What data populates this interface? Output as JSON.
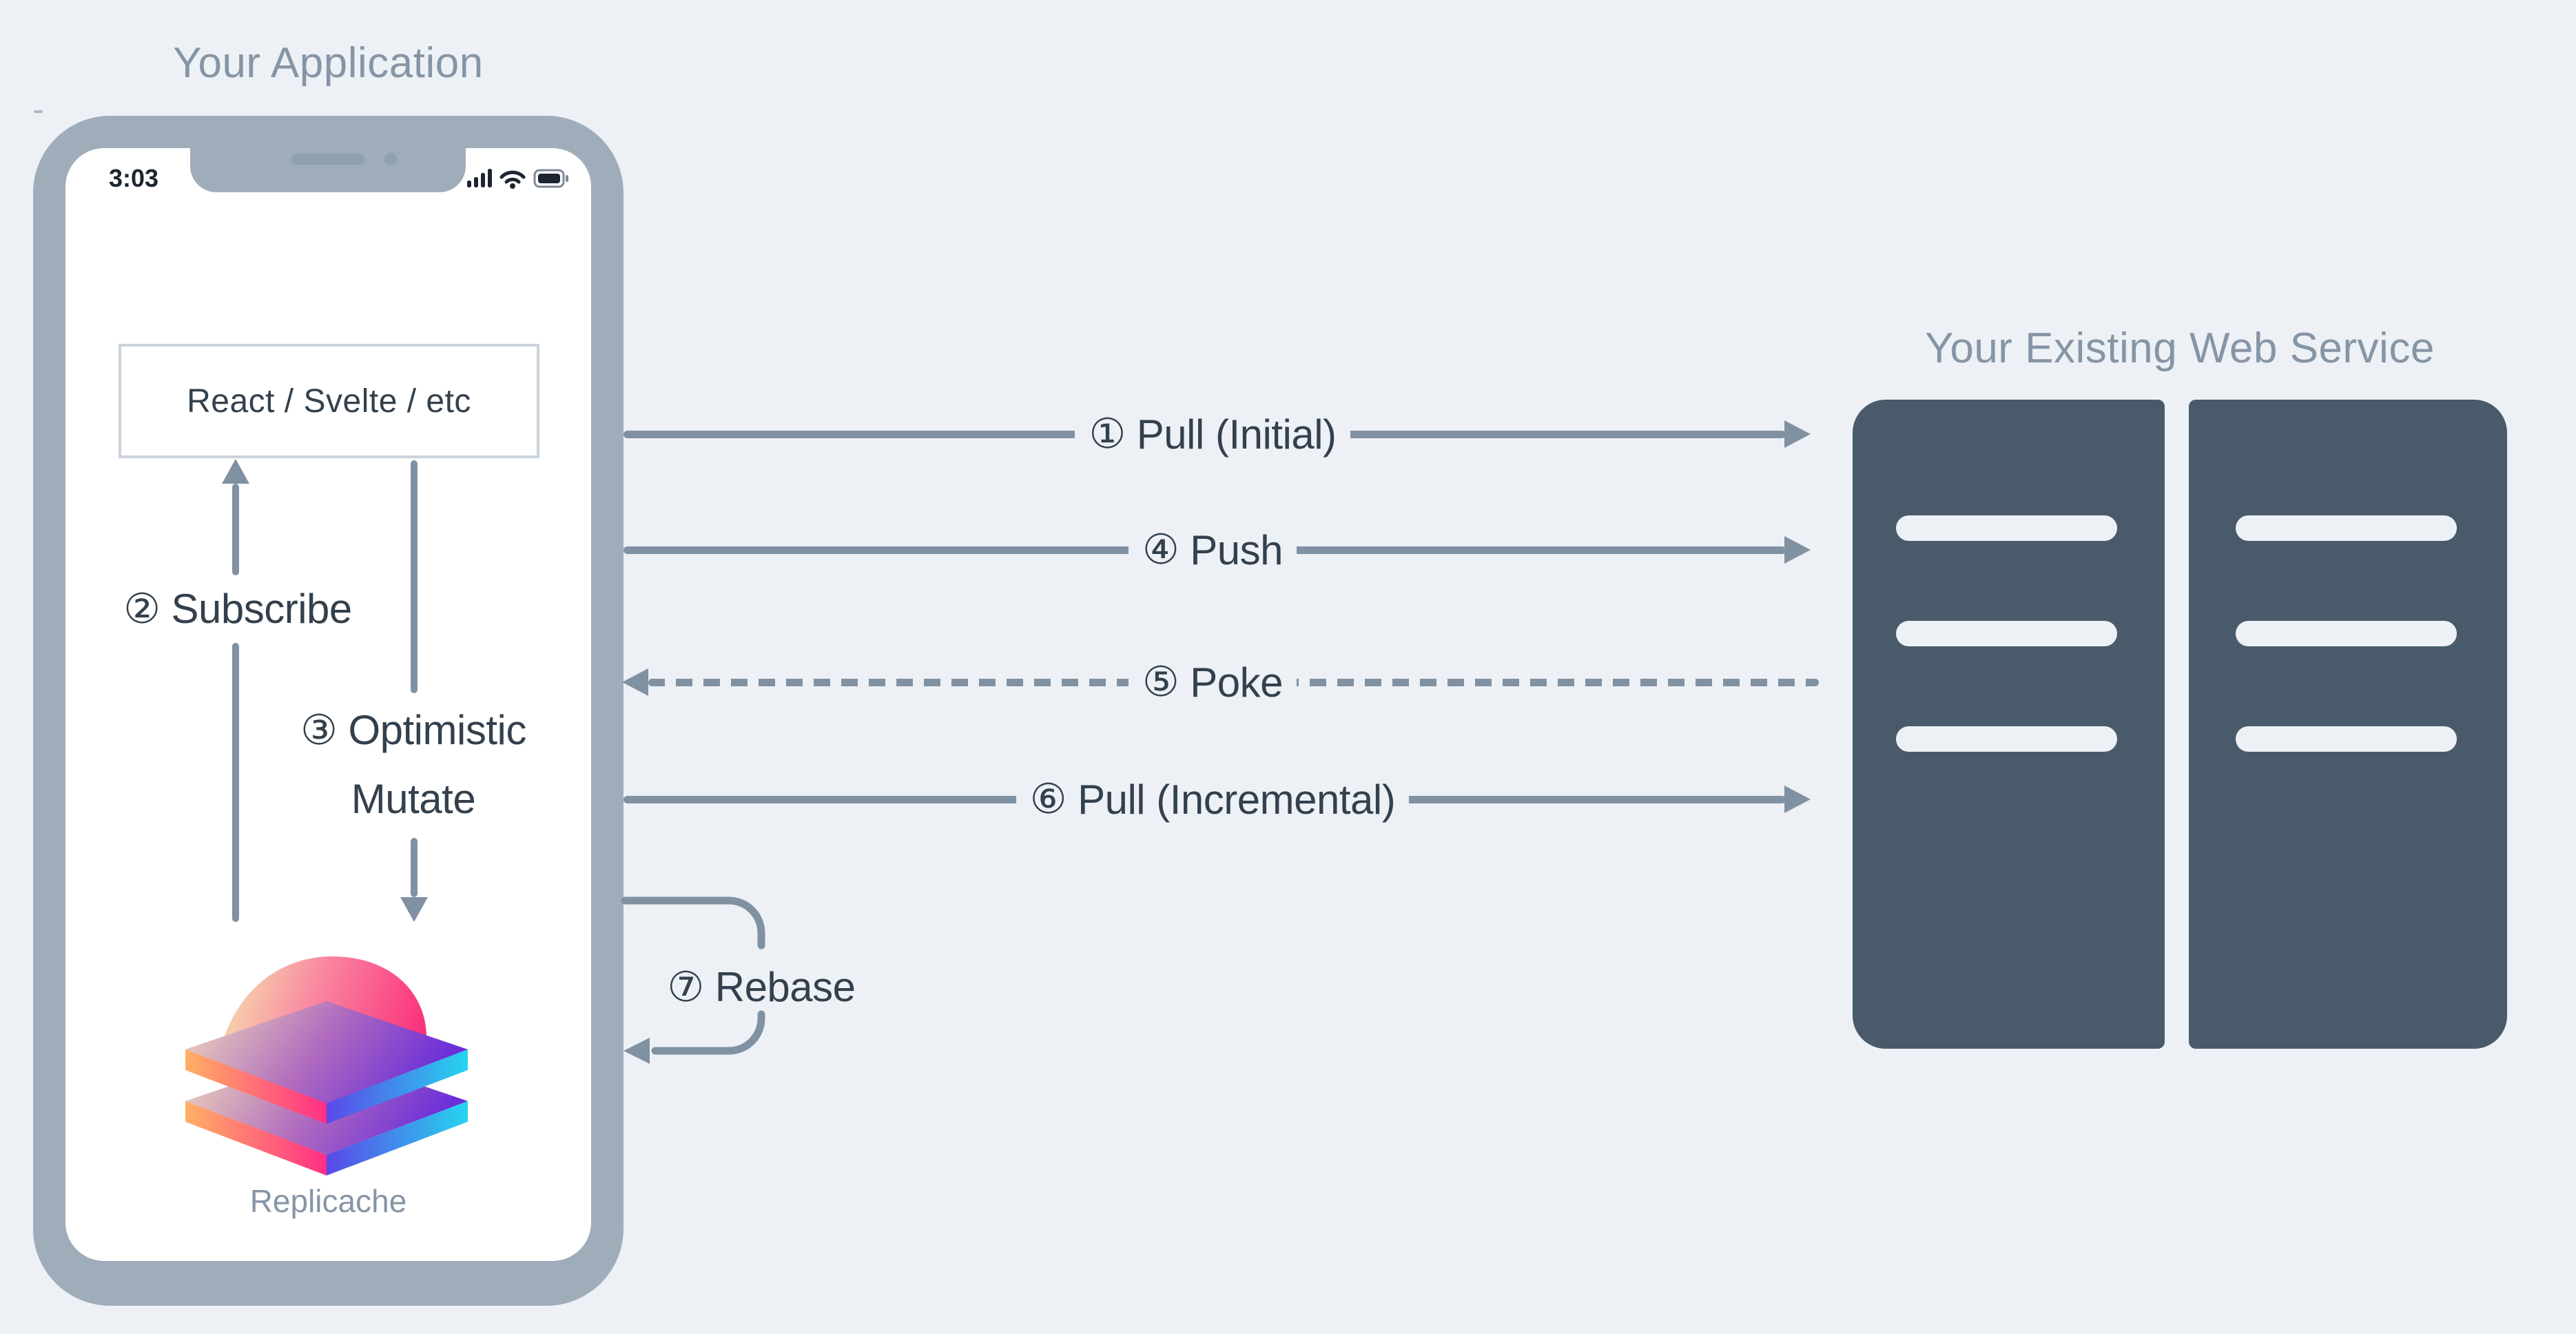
{
  "app": {
    "title": "Your Application",
    "phone": {
      "time": "3:03",
      "status_icons": [
        "signal-icon",
        "wifi-icon",
        "battery-icon"
      ],
      "ui_box_label": "React / Svelte / etc",
      "engine_label": "Replicache"
    }
  },
  "service": {
    "title": "Your Existing Web Service",
    "racks": 2,
    "slots_per_rack": 3
  },
  "flows": {
    "pull_initial": {
      "num": "①",
      "label": "Pull (Initial)",
      "direction": "client-to-server",
      "style": "solid"
    },
    "subscribe": {
      "num": "②",
      "label": "Subscribe",
      "direction": "replicache-to-ui",
      "style": "solid"
    },
    "optimistic_mutate": {
      "num": "③",
      "label": "Optimistic",
      "label2": "Mutate",
      "direction": "ui-to-replicache",
      "style": "solid"
    },
    "push": {
      "num": "④",
      "label": "Push",
      "direction": "client-to-server",
      "style": "solid"
    },
    "poke": {
      "num": "⑤",
      "label": "Poke",
      "direction": "server-to-client",
      "style": "dashed"
    },
    "pull_incremental": {
      "num": "⑥",
      "label": "Pull (Incremental)",
      "direction": "client-to-server",
      "style": "solid"
    },
    "rebase": {
      "num": "⑦",
      "label": "Rebase",
      "direction": "loop",
      "style": "solid"
    }
  },
  "colors": {
    "background": "#EDF1F6",
    "phone_frame": "#9FADBB",
    "arrow": "#8091A2",
    "dark_text": "#33404D",
    "muted_text": "#8695A6",
    "server_fill": "#495A6A",
    "box_border": "#C9D3DD",
    "logo_gradient": [
      "#F6DDAE",
      "#FA2F7B",
      "#6C2FD8",
      "#FFB066",
      "#26D4EE"
    ]
  }
}
